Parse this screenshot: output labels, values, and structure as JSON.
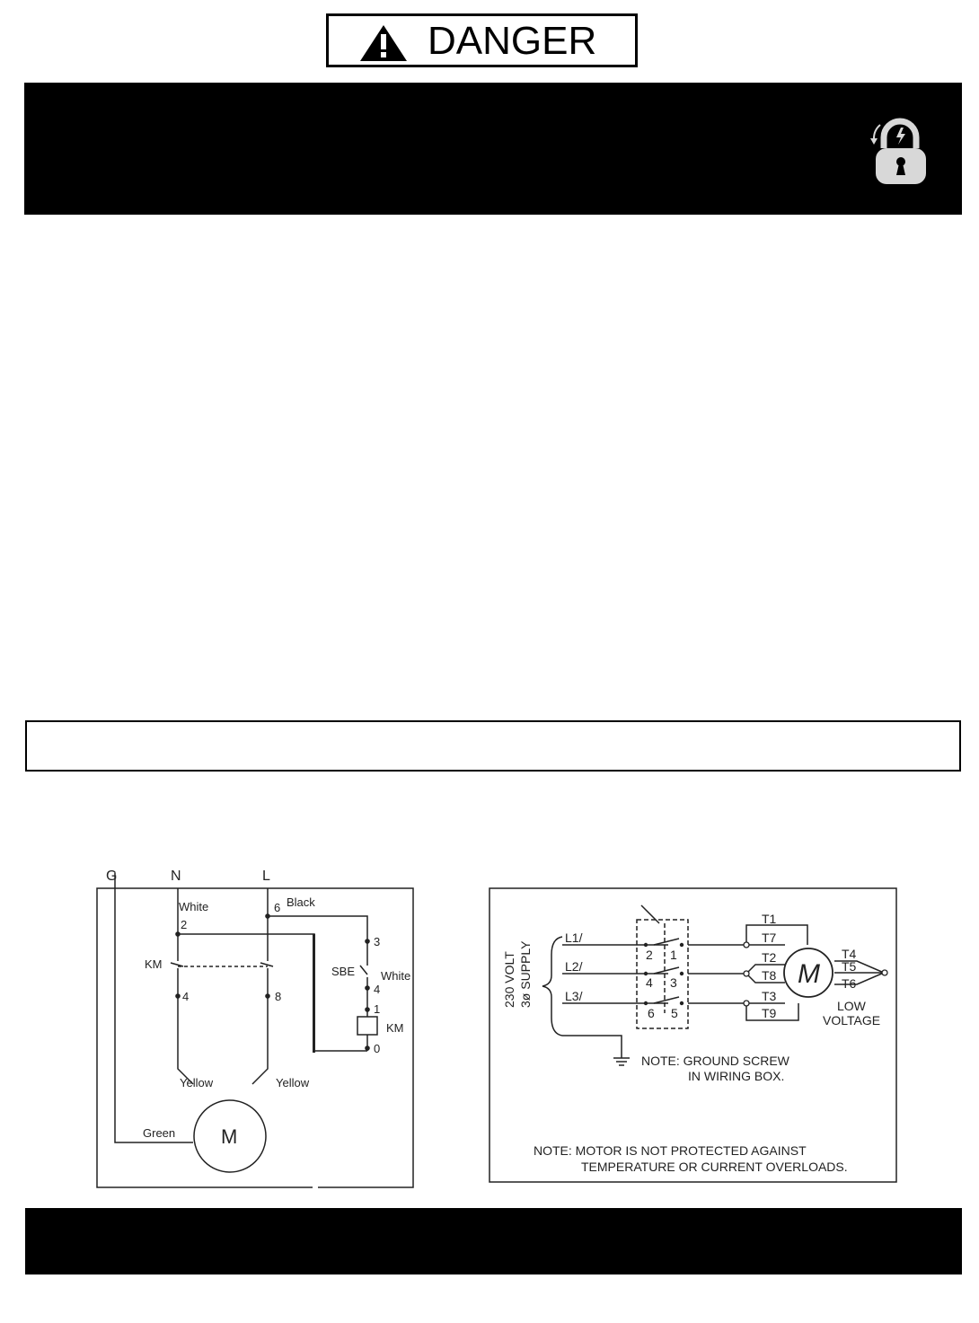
{
  "header": {
    "danger_label": "DANGER",
    "danger_icon": "warning-triangle-icon",
    "lockout_icon": "lockout-padlock-icon"
  },
  "diagram_single_phase": {
    "col_g": "G",
    "col_n": "N",
    "col_l": "L",
    "wire_white_top": "White",
    "wire_black": "Black",
    "term_2": "2",
    "term_6": "6",
    "term_3": "3",
    "contact_km": "KM",
    "switch_sbe": "SBE",
    "wire_white_right": "White",
    "term_4_right": "4",
    "term_1": "1",
    "coil_km": "KM",
    "term_0": "0",
    "term_4_left": "4",
    "term_8": "8",
    "wire_yellow_left": "Yellow",
    "wire_yellow_right": "Yellow",
    "wire_green": "Green",
    "motor": "M"
  },
  "diagram_three_phase": {
    "supply_line1": "230 VOLT",
    "supply_line2": "3ø SUPPLY",
    "l1": "L1/",
    "l2": "L2/",
    "l3": "L3/",
    "sw_2": "2",
    "sw_1": "1",
    "sw_4": "4",
    "sw_3": "3",
    "sw_6": "6",
    "sw_5": "5",
    "t1": "T1",
    "t7": "T7",
    "t2": "T2",
    "t8": "T8",
    "t3": "T3",
    "t9": "T9",
    "t4": "T4",
    "t5": "T5",
    "t6": "T6",
    "motor": "M",
    "low_voltage_1": "LOW",
    "low_voltage_2": "VOLTAGE",
    "ground_note_1": "NOTE: GROUND SCREW",
    "ground_note_2": "IN WIRING BOX.",
    "motor_note_1": "NOTE: MOTOR IS NOT PROTECTED AGAINST",
    "motor_note_2": "TEMPERATURE OR CURRENT OVERLOADS."
  }
}
